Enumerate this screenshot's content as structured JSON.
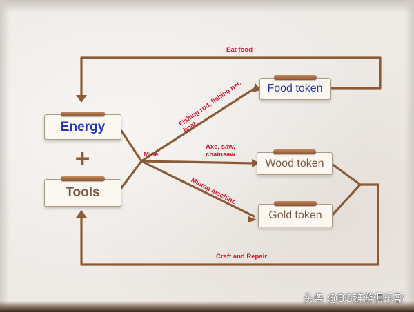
{
  "nodes": {
    "energy": {
      "label": "Energy",
      "color": "#2434b8"
    },
    "tools": {
      "label": "Tools",
      "color": "#7a5a44"
    },
    "food_token": {
      "label": "Food token",
      "color": "#2434b8"
    },
    "wood_token": {
      "label": "Wood token",
      "color": "#7a5a44"
    },
    "gold_token": {
      "label": "Gold token",
      "color": "#7a5a44"
    }
  },
  "edge_labels": {
    "eat_food": "Eat food",
    "mine": "Mine",
    "fishing": "Fishing rod, fishing net, boat",
    "axe": [
      "Axe, saw,",
      "chainsaw"
    ],
    "mining_machine": "Mining machine",
    "craft_repair": "Craft and Repair"
  },
  "plus_sign": "+",
  "watermark": "头条 @BG链游俱乐部",
  "colors": {
    "rope": "#8b5a36",
    "label": "#d6142d"
  }
}
